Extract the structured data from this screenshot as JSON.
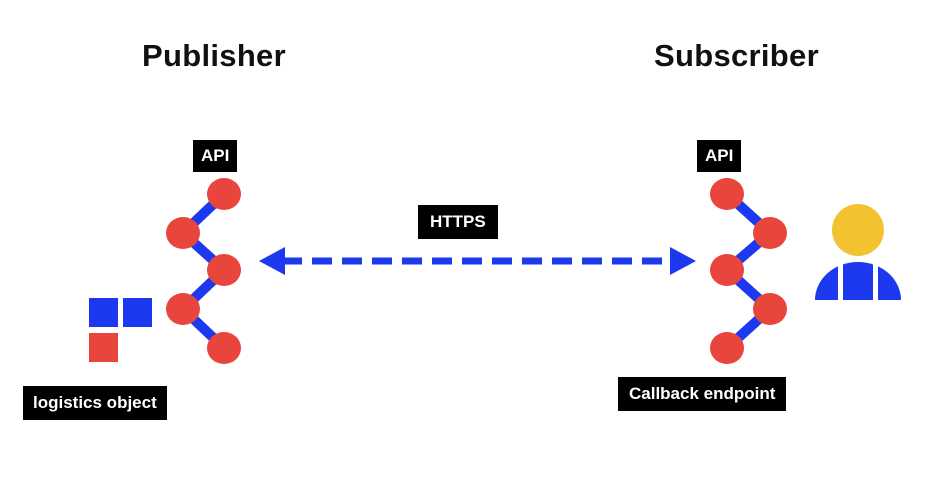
{
  "publisher": {
    "title": "Publisher",
    "api_label": "API",
    "object_label": "logistics object"
  },
  "subscriber": {
    "title": "Subscriber",
    "api_label": "API",
    "endpoint_label": "Callback endpoint"
  },
  "connection": {
    "protocol_label": "HTTPS"
  },
  "colors": {
    "node_red": "#E8453C",
    "link_blue": "#1C39F0",
    "object_blue": "#1C39F0",
    "object_red": "#E8453C",
    "user_head": "#F2C230",
    "user_body": "#1C39F0",
    "label_bg": "#000000"
  }
}
